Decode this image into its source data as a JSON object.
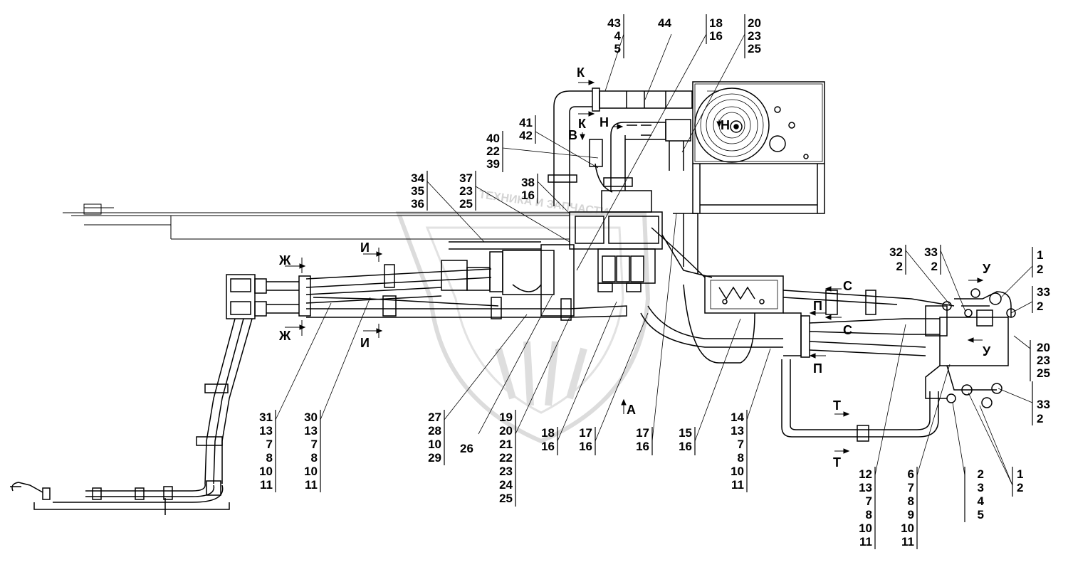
{
  "watermark": {
    "text": "ТЕХНИКА И ЗАПЧАСТИ"
  },
  "view_letters": {
    "zh_top": "Ж",
    "zh_bottom": "Ж",
    "i_top": "И",
    "i_bottom": "И",
    "k_top": "К",
    "k_mid": "К",
    "n_left": "Н",
    "n_right": "Н",
    "v": "В",
    "a": "А",
    "s_top": "С",
    "s_bottom": "С",
    "p_top": "П",
    "p_bottom": "П",
    "u_top": "У",
    "u_bottom": "У",
    "t_top": "Т",
    "t_bottom": "Т"
  },
  "callouts": {
    "c43": [
      "43",
      "4",
      "5"
    ],
    "c44": [
      "44"
    ],
    "c18a": [
      "18",
      "16"
    ],
    "c20a": [
      "20",
      "23",
      "25"
    ],
    "c41": [
      "41",
      "42"
    ],
    "c40": [
      "40",
      "22",
      "39"
    ],
    "c34": [
      "34",
      "35",
      "36"
    ],
    "c37": [
      "37",
      "23",
      "25"
    ],
    "c38": [
      "38",
      "16"
    ],
    "c32": [
      "32",
      "2"
    ],
    "c33a": [
      "33",
      "2"
    ],
    "c1a": [
      "1",
      "2"
    ],
    "c33b": [
      "33",
      "2"
    ],
    "c20b": [
      "20",
      "23",
      "25"
    ],
    "c33c": [
      "33",
      "2"
    ],
    "c31": [
      "31",
      "13",
      "7",
      "8",
      "10",
      "11"
    ],
    "c30": [
      "30",
      "13",
      "7",
      "8",
      "10",
      "11"
    ],
    "c27": [
      "27",
      "28",
      "10",
      "29"
    ],
    "c26": [
      "26"
    ],
    "c19": [
      "19",
      "20",
      "21",
      "22",
      "23",
      "24",
      "25"
    ],
    "c18b": [
      "18",
      "16"
    ],
    "c17a": [
      "17",
      "16"
    ],
    "c17b": [
      "17",
      "16"
    ],
    "c15": [
      "15",
      "16"
    ],
    "c14": [
      "14",
      "13",
      "7",
      "8",
      "10",
      "11"
    ],
    "c12": [
      "12",
      "13",
      "7",
      "8",
      "10",
      "11"
    ],
    "c6": [
      "6",
      "7",
      "8",
      "9",
      "10",
      "11"
    ],
    "c2": [
      "2",
      "3",
      "4",
      "5"
    ],
    "c1b": [
      "1",
      "2"
    ]
  }
}
